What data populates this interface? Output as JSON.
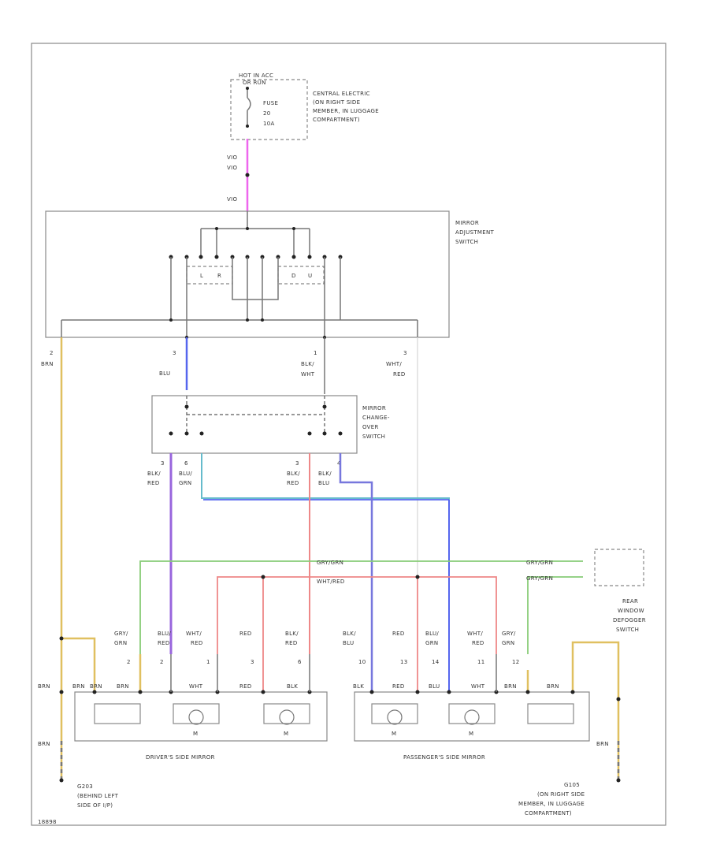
{
  "labels": {
    "hot": "HOT IN ACC",
    "relay": "OR RUN",
    "central_1": "CENTRAL ELECTRIC",
    "central_2": "(ON RIGHT SIDE",
    "central_3": "MEMBER, IN LUGGAGE",
    "central_4": "COMPARTMENT)",
    "fuse_1": "FUSE",
    "fuse_2": "20",
    "fuse_3": "10A",
    "vio_1": "VIO",
    "vio_2": "VIO",
    "vio_3": "VIO",
    "adj_1": "MIRROR",
    "adj_2": "ADJUSTMENT",
    "adj_3": "SWITCH",
    "sw_l": "L",
    "sw_r": "R",
    "sw_d": "D",
    "sw_u": "U",
    "pin2": "2",
    "brn": "BRN",
    "pin3": "3",
    "blu": "BLU",
    "pin1": "1",
    "blkwht_1": "BLK/",
    "blkwht_2": "WHT",
    "pin3b": "3",
    "whtred_1": "WHT/",
    "whtred_2": "RED",
    "chg_1": "MIRROR",
    "chg_2": "CHANGE-",
    "chg_3": "OVER",
    "chg_4": "SWITCH",
    "p_a": "3",
    "p_b": "6",
    "p_c": "3",
    "p_d": "4",
    "w_blkred1": "BLK/",
    "w_blkred1b": "RED",
    "w_blugrn1": "BLU/",
    "w_blugrn1b": "GRN",
    "w_blkred2": "BLK/",
    "w_blkred2b": "RED",
    "w_blkblu": "BLK/",
    "w_blkblub": "BLU",
    "grngrn_top": "GRY/GRN",
    "whtred_mid": "WHT/RED",
    "grngrn_r1": "GRY/GRN",
    "grngrn_r2": "GRY/GRN",
    "rear_1": "REAR",
    "rear_2": "WINDOW",
    "rear_3": "DEFOGGER",
    "rear_4": "SWITCH",
    "dm_w1": "GRY/",
    "dm_w1b": "GRN",
    "dm_w2": "BLU/",
    "dm_w2b": "RED",
    "dm_w3": "WHT/",
    "dm_w3b": "RED",
    "dm_w4": "RED",
    "dm_w5": "BLK/",
    "dm_w5b": "RED",
    "dm_p1": "2",
    "dm_p2": "2",
    "dm_p3": "1",
    "dm_p4": "3",
    "dm_p5": "6",
    "pm_w1": "BLK/",
    "pm_w1b": "BLU",
    "pm_w2": "RED",
    "pm_w3": "BLU/",
    "pm_w3b": "GRN",
    "pm_w4": "WHT/",
    "pm_w4b": "RED",
    "pm_w5": "GRY/",
    "pm_w5b": "GRN",
    "pm_p1": "10",
    "pm_p2": "13",
    "pm_p3": "14",
    "pm_p4": "11",
    "pm_p5": "12",
    "brn_l1": "BRN",
    "brn_l2": "BRN",
    "brn_l3": "BRN",
    "brn_l4": "BRN",
    "in_brn": "BRN",
    "in_wht": "WHT",
    "in_red": "RED",
    "in_blk": "BLK",
    "in_blk2": "BLK",
    "in_red2": "RED",
    "in_blu": "BLU",
    "in_wht2": "WHT",
    "in_brn2": "BRN",
    "brn_r1": "BRN",
    "brn_r2": "BRN",
    "m1": "M",
    "m2": "M",
    "m3": "M",
    "m4": "M",
    "drv_mirror": "DRIVER'S SIDE MIRROR",
    "pass_mirror": "PASSENGER'S SIDE MIRROR",
    "g1_1": "G203",
    "g1_2": "(BEHIND LEFT",
    "g1_3": "SIDE OF I/P)",
    "g2_1": "G105",
    "g2_2": "(ON RIGHT SIDE",
    "g2_3": "MEMBER, IN LUGGAGE",
    "g2_4": "COMPARTMENT)",
    "code": "18898"
  },
  "colors": {
    "violet": "#ee66ee",
    "blue": "#5566ee",
    "brown_yellow": "#e0c060",
    "green": "#88cc77",
    "red": "#ee8888",
    "purple": "#9966dd",
    "teal": "#66bbcc",
    "gray": "#777777"
  }
}
